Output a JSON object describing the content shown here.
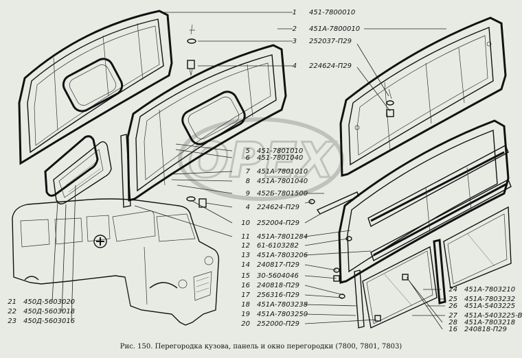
{
  "caption": "Рис. 150. Перегородка кузова, панель и окно перегородки (7800, 7801, 7803)",
  "watermark": "OPEX",
  "callouts_right": [
    {
      "num": "1",
      "part": "451-7800010"
    },
    {
      "num": "2",
      "part": "451А-7800010"
    },
    {
      "num": "3",
      "part": "252037-П29"
    },
    {
      "num": "4",
      "part": "224624-П29"
    }
  ],
  "callouts_center": [
    {
      "num": "5",
      "part": "451-7801010"
    },
    {
      "num": "6",
      "part": "451-7801040"
    },
    {
      "num": "7",
      "part": "451А-7801010"
    },
    {
      "num": "8",
      "part": "451А-7801040"
    },
    {
      "num": "9",
      "part": "452Б-7801500"
    },
    {
      "num": "4",
      "part": "224624-П29"
    },
    {
      "num": "10",
      "part": "252004-П29"
    },
    {
      "num": "11",
      "part": "451А-7801284"
    },
    {
      "num": "12",
      "part": "61-6103282"
    },
    {
      "num": "13",
      "part": "451А-7803206"
    },
    {
      "num": "14",
      "part": "240817-П29"
    },
    {
      "num": "15",
      "part": "30-5604046"
    },
    {
      "num": "16",
      "part": "240818-П29"
    },
    {
      "num": "17",
      "part": "256316-П29"
    },
    {
      "num": "18",
      "part": "451А-7803238"
    },
    {
      "num": "19",
      "part": "451А-7803250"
    },
    {
      "num": "20",
      "part": "252000-П29"
    }
  ],
  "callouts_left": [
    {
      "num": "21",
      "part": "450Д-5603020"
    },
    {
      "num": "22",
      "part": "450Д-5603018"
    },
    {
      "num": "23",
      "part": "450Д-5603016"
    }
  ],
  "callouts_lower_right": [
    {
      "num": "24",
      "part": "451А-7803210"
    },
    {
      "num": "25",
      "part": "451А-7803232"
    },
    {
      "num": "26",
      "part": "451А-5403225"
    },
    {
      "num": "27",
      "part": "451А-5403225-В"
    },
    {
      "num": "28",
      "part": "451А-7803218"
    },
    {
      "num": "16",
      "part": "240818-П29"
    }
  ]
}
